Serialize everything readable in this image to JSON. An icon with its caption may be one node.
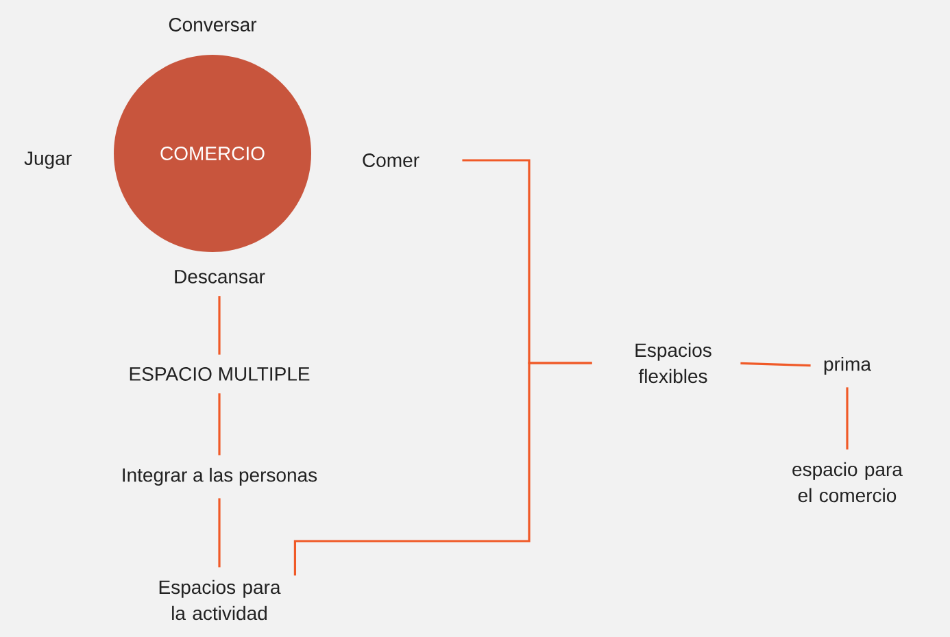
{
  "diagram": {
    "nodes": [
      {
        "text": [
          "COMERCIO"
        ]
      },
      {
        "text": [
          "Conversar"
        ]
      },
      {
        "text": [
          "Jugar"
        ]
      },
      {
        "text": [
          "Comer"
        ]
      },
      {
        "text": [
          "Descansar"
        ]
      },
      {
        "text": [
          "ESPACIO MULTIPLE"
        ]
      },
      {
        "text": [
          "Integrar a las personas"
        ]
      },
      {
        "text": [
          "Espacios para la actividad"
        ]
      },
      {
        "text": [
          "Espacios flexibles"
        ]
      },
      {
        "text": [
          "prima"
        ]
      },
      {
        "text": [
          "espacio para el comercio"
        ]
      }
    ],
    "edges": [
      {
        "from": 4,
        "to": 5,
        "arrow": "none"
      },
      {
        "from": 5,
        "to": 6,
        "arrow": "none"
      },
      {
        "from": 6,
        "to": 7,
        "arrow": "none"
      },
      {
        "from": 3,
        "to": 8,
        "arrow": "none"
      },
      {
        "from": 7,
        "to": 8,
        "arrow": "none"
      },
      {
        "from": 8,
        "to": 9,
        "arrow": "none"
      },
      {
        "from": 9,
        "to": 10,
        "arrow": "none"
      }
    ]
  }
}
